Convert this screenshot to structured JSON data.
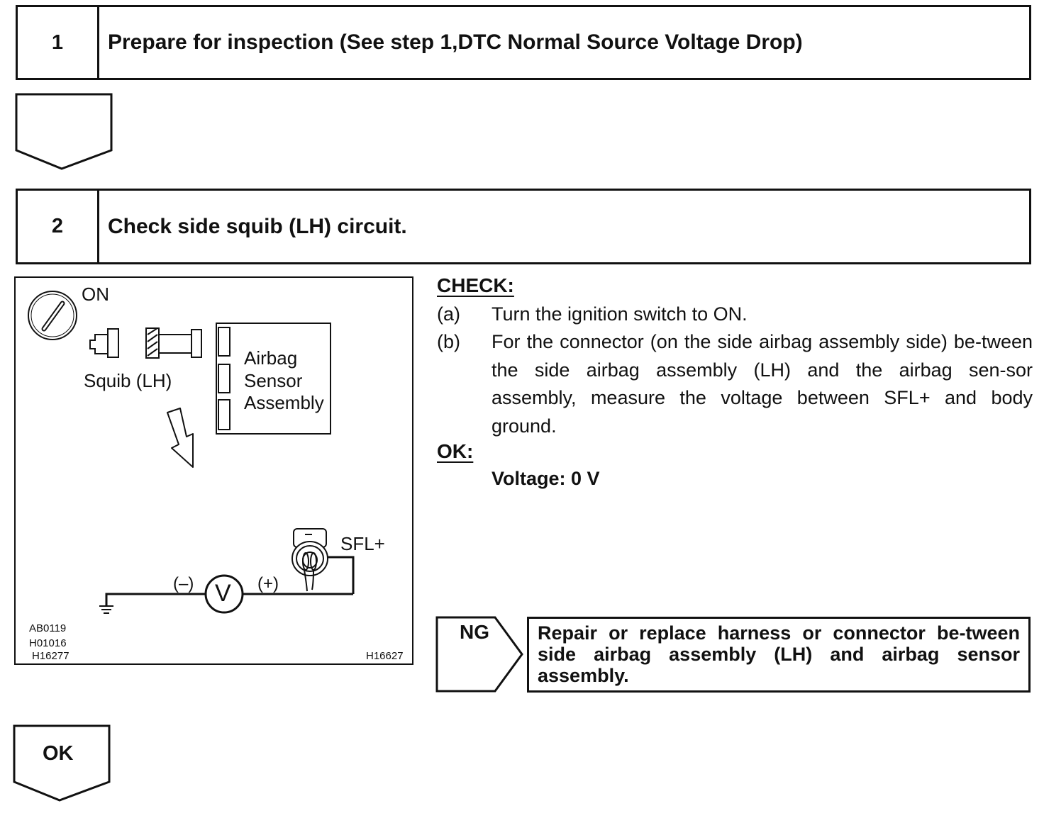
{
  "step1": {
    "number": "1",
    "title": "Prepare for inspection (See step 1,DTC Normal Source Voltage Drop)"
  },
  "step2": {
    "number": "2",
    "title": "Check side squib (LH) circuit."
  },
  "figure": {
    "on_label": "ON",
    "squib_label": "Squib (LH)",
    "sensor_label_1": "Airbag",
    "sensor_label_2": "Sensor",
    "sensor_label_3": "Assembly",
    "terminal_label": "SFL+",
    "neg_label": "(–)",
    "pos_label": "(+)",
    "meter_label": "V",
    "code_1": "AB0119",
    "code_2": "H01016",
    "code_3": "H16277",
    "code_4": "H16627"
  },
  "check": {
    "heading": "CHECK:",
    "items": [
      {
        "label": "(a)",
        "text": "Turn the ignition switch to ON."
      },
      {
        "label": "(b)",
        "text": "For the connector (on the side airbag assembly side) be-tween the side airbag assembly (LH) and the airbag sen-sor assembly, measure the voltage between SFL+ and body ground."
      }
    ]
  },
  "ok": {
    "heading": "OK:",
    "value": "Voltage: 0 V"
  },
  "ng": {
    "label": "NG",
    "action": "Repair or replace harness or connector be-tween side airbag assembly (LH) and airbag sensor assembly."
  },
  "bottom": {
    "ok_label": "OK"
  }
}
